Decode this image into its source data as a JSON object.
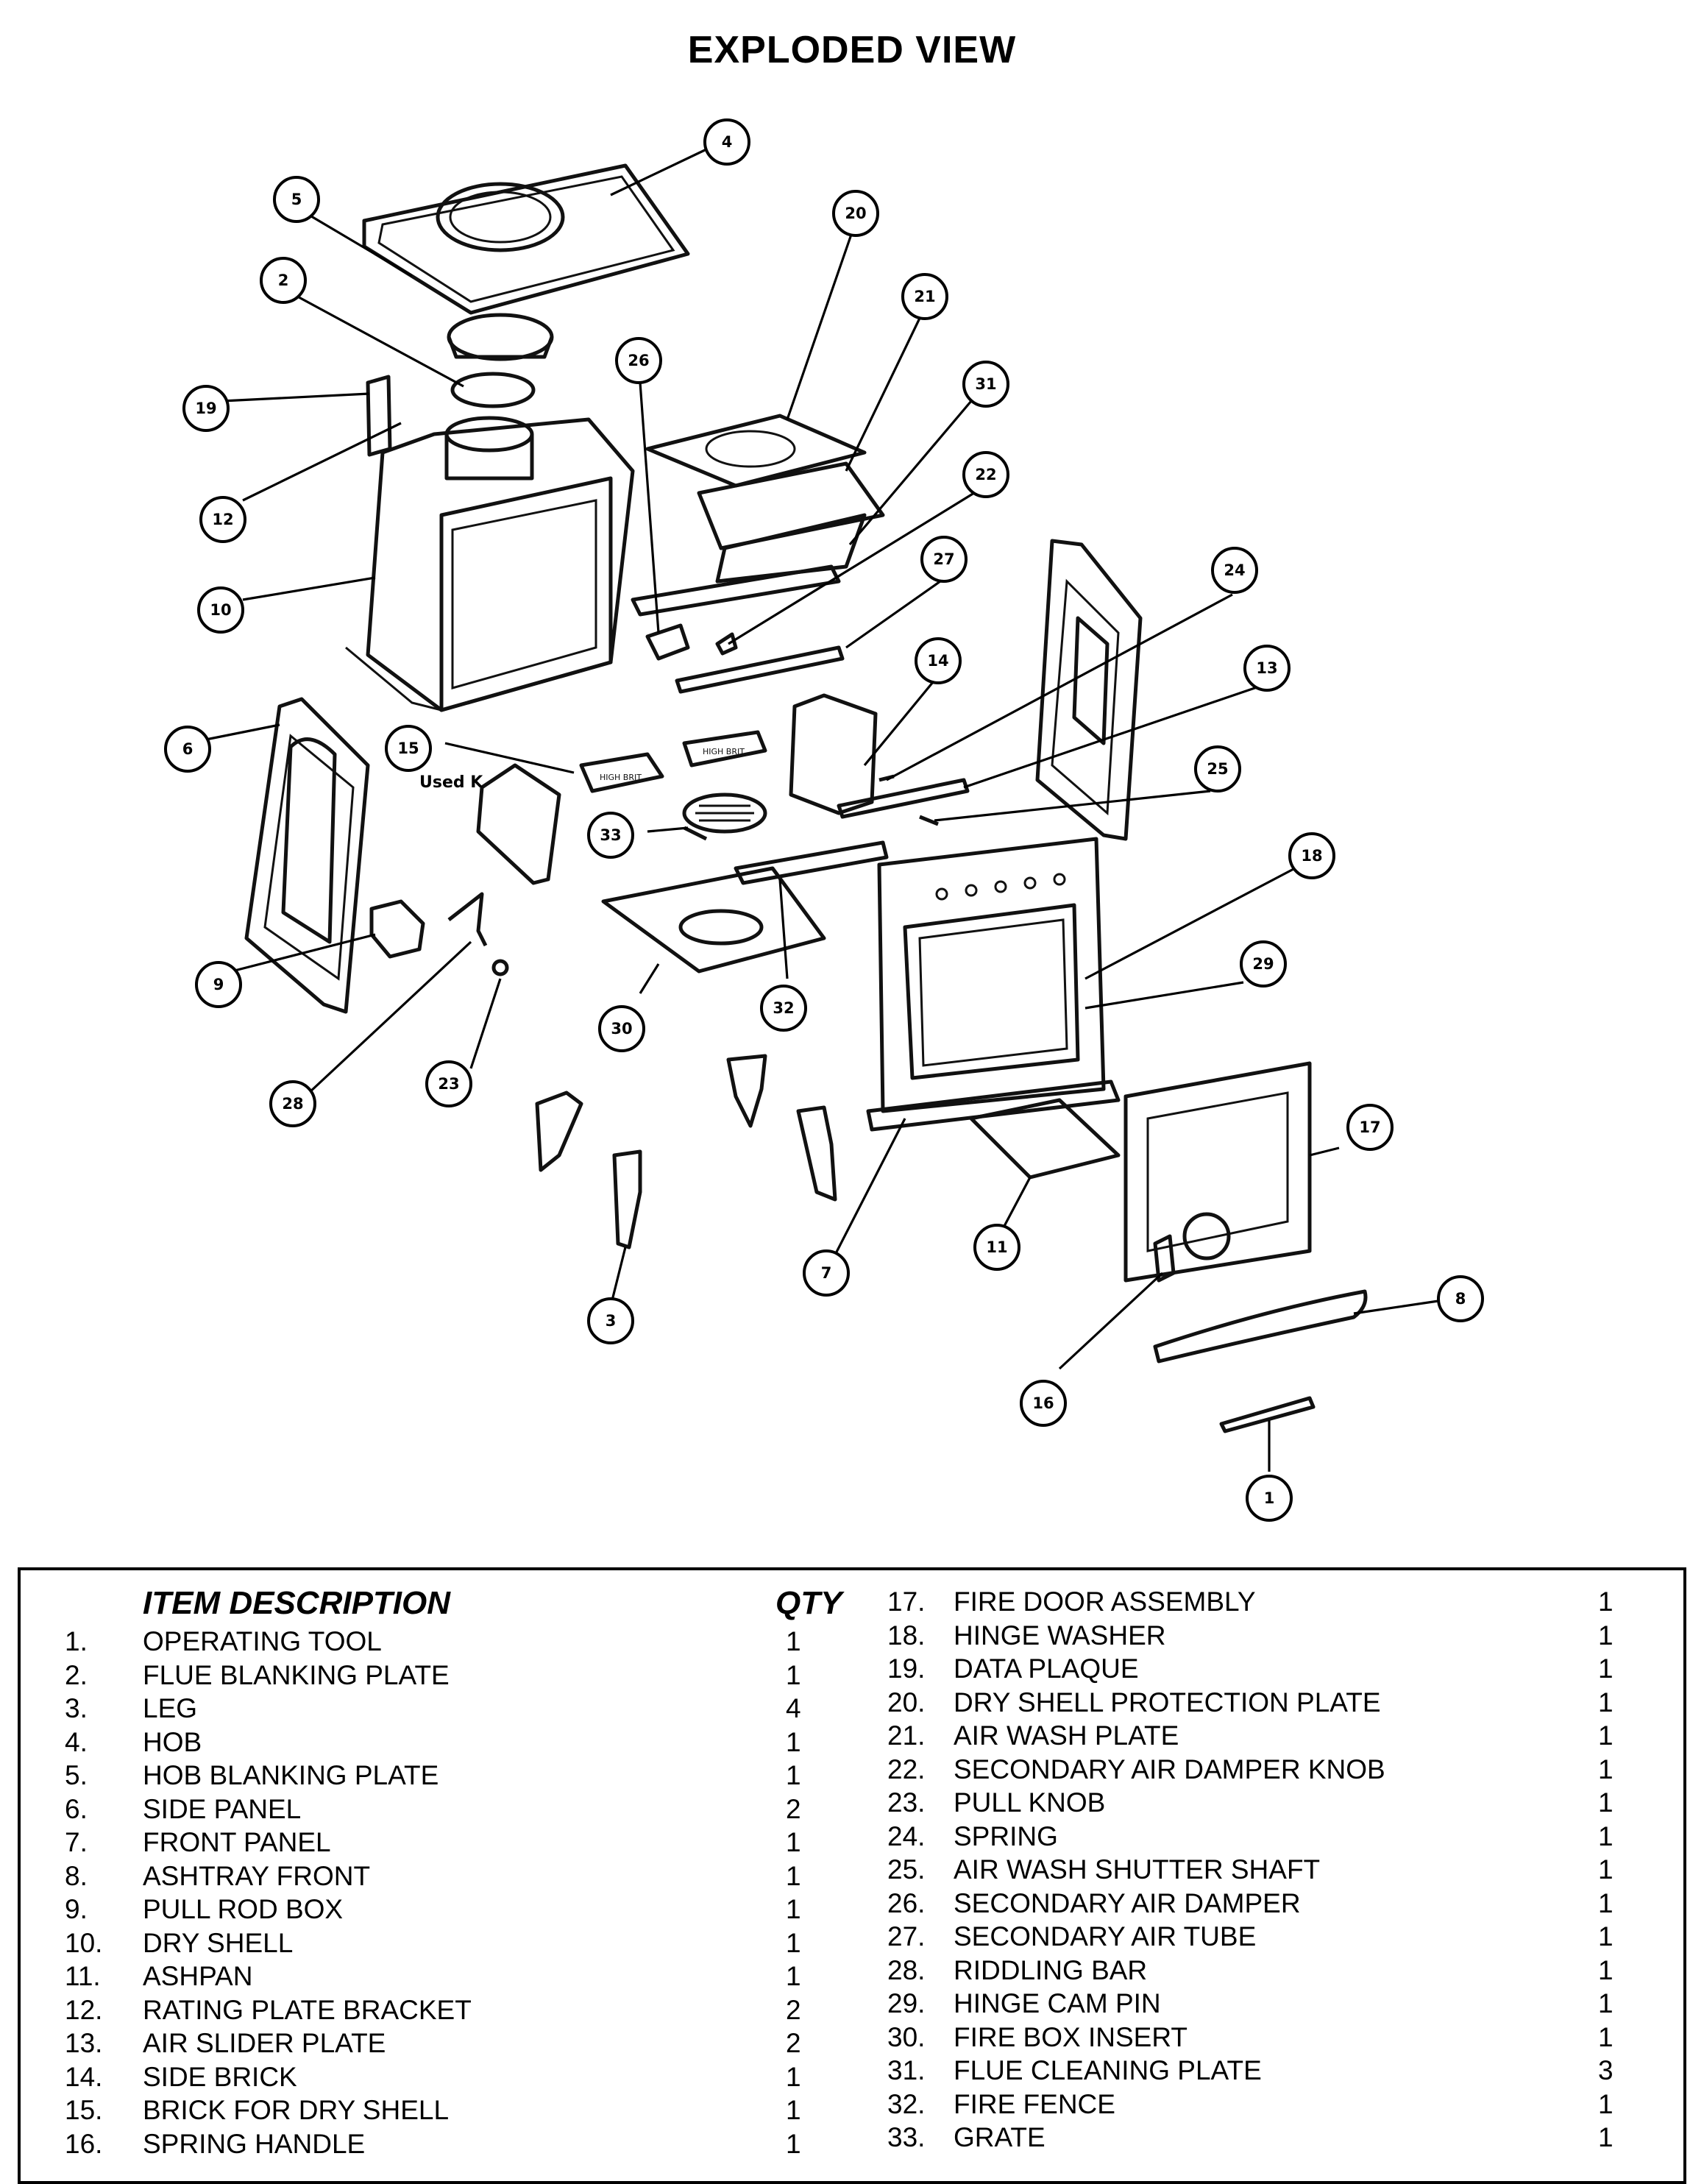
{
  "title": "EXPLODED VIEW",
  "diagram": {
    "callouts": [
      "1",
      "2",
      "3",
      "4",
      "5",
      "6",
      "7",
      "8",
      "9",
      "10",
      "11",
      "12",
      "13",
      "14",
      "15",
      "16",
      "17",
      "18",
      "19",
      "20",
      "21",
      "22",
      "23",
      "24",
      "25",
      "26",
      "27",
      "28",
      "29",
      "30",
      "31",
      "32",
      "33"
    ],
    "note_text": "Used K"
  },
  "table": {
    "header": {
      "description": "ITEM DESCRIPTION",
      "qty": "QTY"
    },
    "left": [
      {
        "num": "1.",
        "name": "OPERATING TOOL",
        "qty": "1"
      },
      {
        "num": "2.",
        "name": "FLUE BLANKING PLATE",
        "qty": "1"
      },
      {
        "num": "3.",
        "name": "LEG",
        "qty": "4"
      },
      {
        "num": "4.",
        "name": "HOB",
        "qty": "1"
      },
      {
        "num": "5.",
        "name": "HOB BLANKING PLATE",
        "qty": "1"
      },
      {
        "num": "6.",
        "name": "SIDE PANEL",
        "qty": "2"
      },
      {
        "num": "7.",
        "name": "FRONT PANEL",
        "qty": "1"
      },
      {
        "num": "8.",
        "name": "ASHTRAY FRONT",
        "qty": "1"
      },
      {
        "num": "9.",
        "name": "PULL ROD BOX",
        "qty": "1"
      },
      {
        "num": "10.",
        "name": "DRY SHELL",
        "qty": "1"
      },
      {
        "num": "11.",
        "name": "ASHPAN",
        "qty": "1"
      },
      {
        "num": "12.",
        "name": "RATING PLATE BRACKET",
        "qty": "2"
      },
      {
        "num": "13.",
        "name": "AIR SLIDER PLATE",
        "qty": "2"
      },
      {
        "num": "14.",
        "name": "SIDE BRICK",
        "qty": "1"
      },
      {
        "num": "15.",
        "name": "BRICK FOR DRY SHELL",
        "qty": "1"
      },
      {
        "num": "16.",
        "name": "SPRING HANDLE",
        "qty": "1"
      }
    ],
    "right": [
      {
        "num": "17.",
        "name": "FIRE DOOR ASSEMBLY",
        "qty": "1"
      },
      {
        "num": "18.",
        "name": "HINGE WASHER",
        "qty": "1"
      },
      {
        "num": "19.",
        "name": "DATA PLAQUE",
        "qty": "1"
      },
      {
        "num": "20.",
        "name": "DRY SHELL PROTECTION PLATE",
        "qty": "1"
      },
      {
        "num": "21.",
        "name": "AIR WASH PLATE",
        "qty": "1"
      },
      {
        "num": "22.",
        "name": "SECONDARY AIR DAMPER KNOB",
        "qty": "1"
      },
      {
        "num": "23.",
        "name": "PULL KNOB",
        "qty": "1"
      },
      {
        "num": "24.",
        "name": "SPRING",
        "qty": "1"
      },
      {
        "num": "25.",
        "name": "AIR WASH SHUTTER SHAFT",
        "qty": "1"
      },
      {
        "num": "26.",
        "name": "SECONDARY AIR DAMPER",
        "qty": "1"
      },
      {
        "num": "27.",
        "name": "SECONDARY AIR TUBE",
        "qty": "1"
      },
      {
        "num": "28.",
        "name": "RIDDLING BAR",
        "qty": "1"
      },
      {
        "num": "29.",
        "name": "HINGE CAM PIN",
        "qty": "1"
      },
      {
        "num": "30.",
        "name": "FIRE BOX INSERT",
        "qty": "1"
      },
      {
        "num": "31.",
        "name": "FLUE CLEANING PLATE",
        "qty": "3"
      },
      {
        "num": "32.",
        "name": "FIRE FENCE",
        "qty": "1"
      },
      {
        "num": "33.",
        "name": "GRATE",
        "qty": "1"
      }
    ]
  }
}
